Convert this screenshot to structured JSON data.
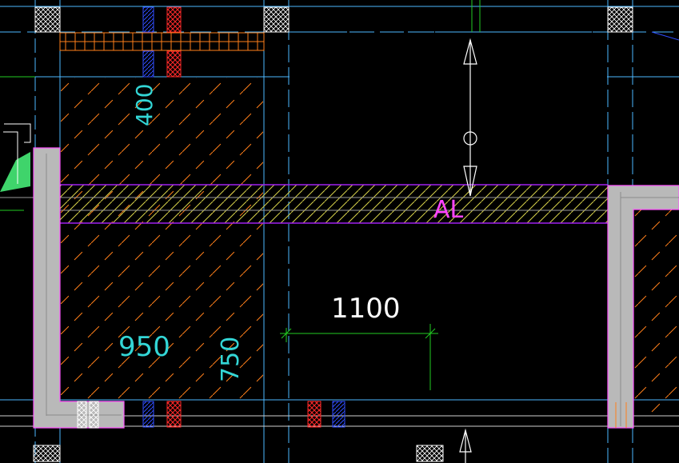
{
  "labels": {
    "al": "AL",
    "dim_400": "400",
    "dim_1100": "1100",
    "dim_950": "950",
    "dim_750": "750"
  },
  "colors": {
    "background": "#000000",
    "wall_fill": "#b9b9b9",
    "wall_edge": "#ff55ff",
    "axis_line": "#4db8ff",
    "hatch_orange": "#ff7f1a",
    "hatch_yellow": "#d7d24a",
    "beam_band": "#a020f0",
    "label_magenta": "#ff44ff",
    "label_cyan": "#33d6d6",
    "label_white": "#ffffff",
    "dim_green": "#22cc22",
    "column_red": "#ff2a2a",
    "column_blue": "#2f4dff"
  }
}
